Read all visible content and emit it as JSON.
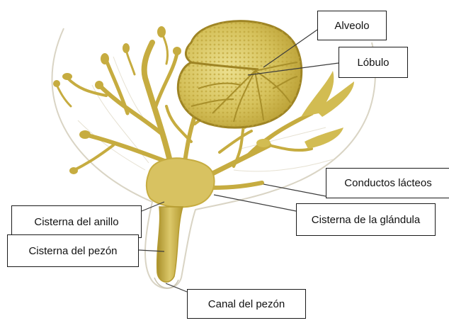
{
  "labels": {
    "alveolo": "Alveolo",
    "lobulo": "Lóbulo",
    "conductos_lacteos": "Conductos lácteos",
    "cisterna_glandula": "Cisterna de la glándula",
    "cisterna_anillo": "Cisterna del anillo",
    "cisterna_pezon": "Cisterna del pezón",
    "canal_pezon": "Canal del pezón"
  },
  "colors": {
    "gland": "#c9b24a",
    "gland_dark": "#a88f2a",
    "gland_light": "#e2d27a",
    "lobule_fill": "#d8c462",
    "outline": "#d9d4c4",
    "leader": "#3c3c3c"
  }
}
